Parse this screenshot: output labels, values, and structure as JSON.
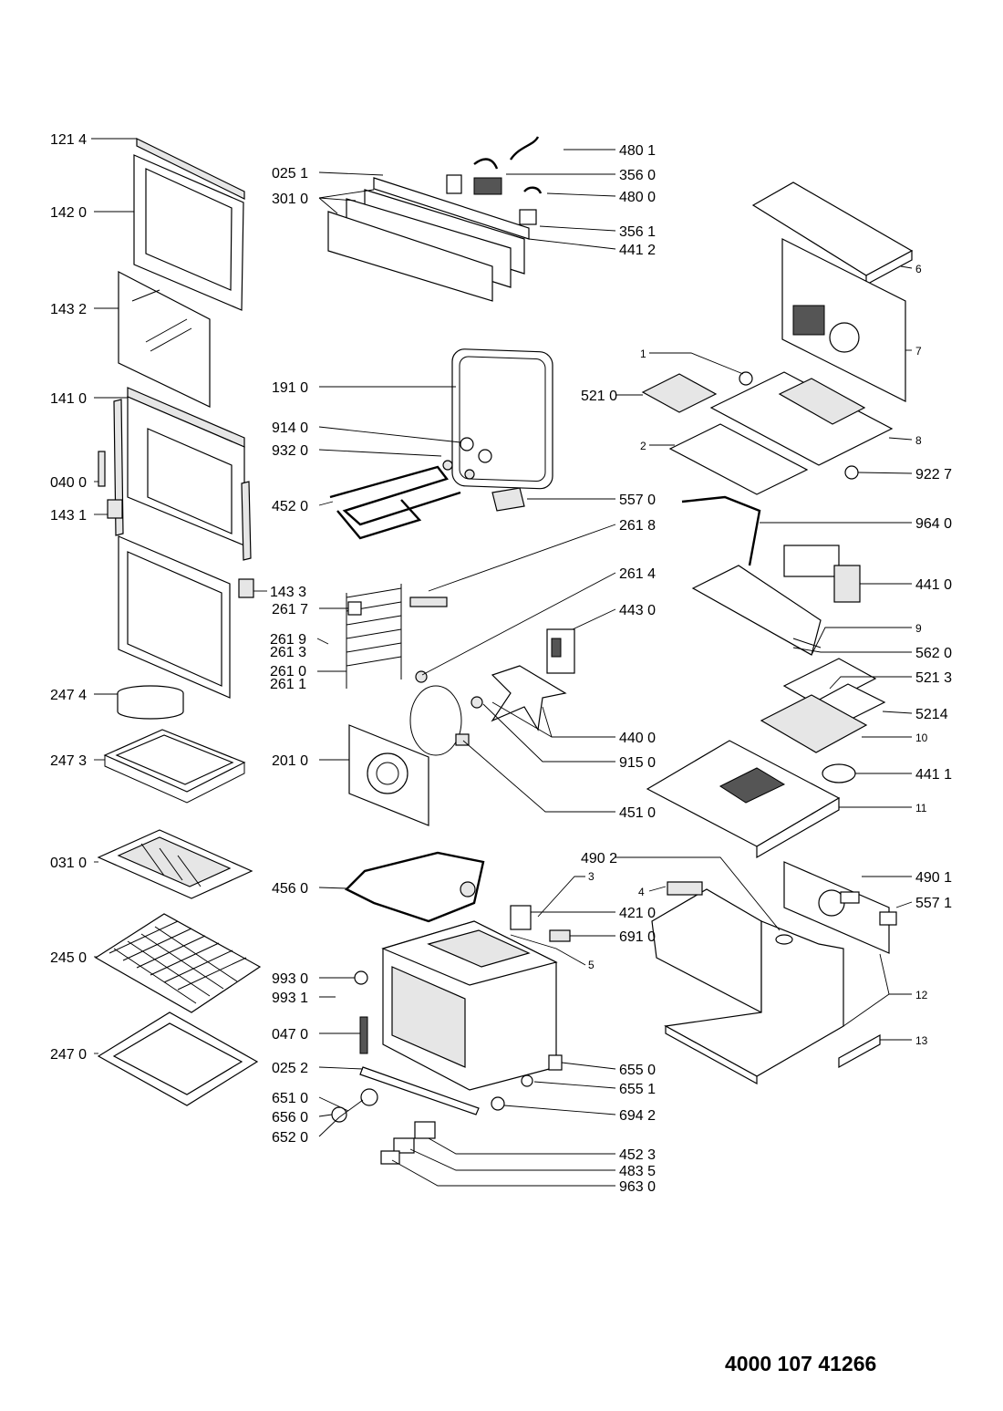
{
  "labels": {
    "p1214": "121 4",
    "p1420": "142 0",
    "p1432": "143 2",
    "p1410": "141 0",
    "p0400": "040 0",
    "p1431": "143 1",
    "p1433": "143 3",
    "p2474": "247 4",
    "p2473": "247 3",
    "p0310": "031 0",
    "p2450": "245 0",
    "p2470": "247 0",
    "p0251": "025 1",
    "p3010": "301 0",
    "p4801": "480 1",
    "p3560": "356 0",
    "p4800": "480 0",
    "p3561": "356 1",
    "p4412": "441 2",
    "p1910": "191 0",
    "p9140": "914 0",
    "p9320": "932 0",
    "p4520": "452 0",
    "p5570": "557 0",
    "p2618": "261 8",
    "p2617": "261 7",
    "p2614": "261 4",
    "p4430": "443 0",
    "p2619": "261 9",
    "p2613": "261 3",
    "p2610": "261 0",
    "p2611": "261 1",
    "p4400": "440 0",
    "p9150": "915 0",
    "p2010": "201 0",
    "p4510": "451 0",
    "p4902": "490 2",
    "p4560": "456 0",
    "p3": "3",
    "p4210": "421 0",
    "p6910": "691 0",
    "p5": "5",
    "p9930": "993 0",
    "p9931": "993 1",
    "p0470": "047 0",
    "p0252": "025 2",
    "p6550": "655 0",
    "p6551": "655 1",
    "p6510": "651 0",
    "p6560": "656 0",
    "p6942": "694 2",
    "p6520": "652 0",
    "p4523": "452 3",
    "p4835": "483 5",
    "p9630": "963 0",
    "p6": "6",
    "p7": "7",
    "p1": "1",
    "p5210": "521 0",
    "p8": "8",
    "p2": "2",
    "p9227": "922 7",
    "p9640": "964 0",
    "p4410": "441 0",
    "p9": "9",
    "p5620": "562 0",
    "p5213": "521 3",
    "p5214": "5214",
    "p10": "10",
    "p4411": "441 1",
    "p11": "11",
    "p4": "4",
    "p4901": "490 1",
    "p5571": "557 1",
    "p12": "12",
    "p13": "13"
  },
  "document_code": "4000 107 41266"
}
